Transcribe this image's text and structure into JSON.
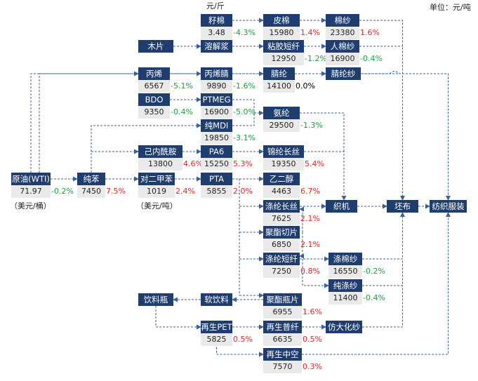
{
  "labels": {
    "unit_top": "元/斤",
    "unit_right": "单位：元/吨",
    "unit_crude": "（美元/桶）",
    "unit_px": "（美元/吨）"
  },
  "nodes": {
    "seed_cotton": {
      "label": "籽棉",
      "value": "3.48",
      "change": "-4.3%",
      "dir": "neg"
    },
    "cotton_lint": {
      "label": "皮棉",
      "value": "15980",
      "change": "1.4%",
      "dir": "pos"
    },
    "cotton_yarn": {
      "label": "棉纱",
      "value": "23380",
      "change": "1.6%",
      "dir": "pos"
    },
    "wood_chip": {
      "label": "木片"
    },
    "dissolving_pulp": {
      "label": "溶解浆"
    },
    "viscose_staple": {
      "label": "粘胶短纤",
      "value": "12950",
      "change": "-1.2%",
      "dir": "neg"
    },
    "rayon_yarn": {
      "label": "人棉纱",
      "value": "16900",
      "change": "-0.4%",
      "dir": "neg"
    },
    "propylene": {
      "label": "丙烯",
      "value": "6567",
      "change": "-5.1%",
      "dir": "neg"
    },
    "acrylonitrile": {
      "label": "丙烯腈",
      "value": "9890",
      "change": "-1.6%",
      "dir": "neg"
    },
    "acrylic_fiber": {
      "label": "腈纶",
      "value": "14100",
      "change": "0.0%",
      "dir": "none"
    },
    "acrylic_yarn": {
      "label": "腈纶纱"
    },
    "bdo": {
      "label": "BDO",
      "value": "9350",
      "change": "-0.4%",
      "dir": "neg"
    },
    "ptmeg": {
      "label": "PTMEG",
      "value": "16900",
      "change": "-5.0%",
      "dir": "neg"
    },
    "spandex": {
      "label": "氨纶",
      "value": "29500",
      "change": "-1.3%",
      "dir": "neg"
    },
    "pure_mdi": {
      "label": "纯MDI",
      "value": "19850",
      "change": "-3.1%",
      "dir": "neg"
    },
    "caprolactam": {
      "label": "己内酰胺",
      "value": "13800",
      "change": "4.6%",
      "dir": "pos"
    },
    "pa6": {
      "label": "PA6",
      "value": "15250",
      "change": "5.3%",
      "dir": "pos"
    },
    "nylon_filament": {
      "label": "锦纶长丝",
      "value": "19350",
      "change": "5.4%",
      "dir": "pos"
    },
    "crude_oil": {
      "label": "原油(WTI)",
      "value": "71.97",
      "change": "-0.2%",
      "dir": "neg"
    },
    "benzene": {
      "label": "纯苯",
      "value": "7450",
      "change": "7.5%",
      "dir": "pos"
    },
    "px": {
      "label": "对二甲苯",
      "value": "1019",
      "change": "2.4%",
      "dir": "pos"
    },
    "pta": {
      "label": "PTA",
      "value": "5855",
      "change": "2.0%",
      "dir": "pos"
    },
    "meg": {
      "label": "乙二醇",
      "value": "4463",
      "change": "6.7%",
      "dir": "pos"
    },
    "polyester_filament": {
      "label": "涤纶长丝",
      "value": "7625",
      "change": "2.1%",
      "dir": "pos"
    },
    "polyester_chip": {
      "label": "聚酯切片",
      "value": "6850",
      "change": "2.1%",
      "dir": "pos"
    },
    "polyester_staple": {
      "label": "涤纶短纤",
      "value": "7250",
      "change": "0.8%",
      "dir": "pos"
    },
    "tc_yarn": {
      "label": "涤棉纱",
      "value": "16550",
      "change": "-0.2%",
      "dir": "neg"
    },
    "pure_polyester_yarn": {
      "label": "纯涤纱",
      "value": "11400",
      "change": "-0.4%",
      "dir": "neg"
    },
    "loom": {
      "label": "织机"
    },
    "grey_cloth": {
      "label": "坯布"
    },
    "textile_apparel": {
      "label": "纺织服装"
    },
    "beverage_bottle": {
      "label": "饮料瓶"
    },
    "soft_drink": {
      "label": "软饮料"
    },
    "bottle_chip": {
      "label": "聚酯瓶片",
      "value": "6955",
      "change": "1.6%",
      "dir": "pos"
    },
    "recycled_pet": {
      "label": "再生PET",
      "value": "5825",
      "change": "0.5%",
      "dir": "pos"
    },
    "recycled_staple": {
      "label": "再生普纤",
      "value": "6635",
      "change": "0.5%",
      "dir": "pos"
    },
    "imitation_cotton": {
      "label": "仿大化纱"
    },
    "recycled_hollow": {
      "label": "再生中空",
      "value": "7570",
      "change": "0.3%",
      "dir": "pos"
    }
  },
  "colors": {
    "node": "#1f3d6e",
    "value_bg": "#eaeaea",
    "up": "#e3262b",
    "down": "#1e9e43",
    "wire": "#3d5f9a"
  }
}
